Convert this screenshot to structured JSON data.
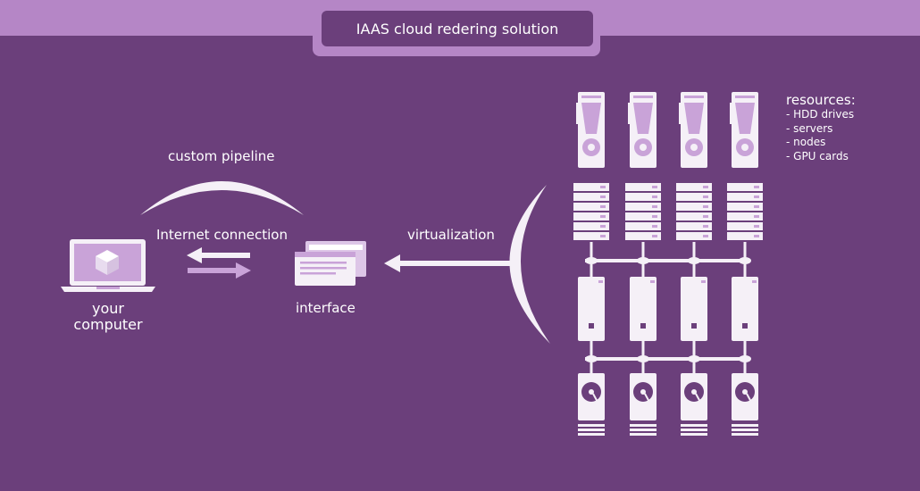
{
  "title": "IAAS cloud redering solution",
  "labels": {
    "custom_pipeline": "custom pipeline",
    "internet_connection": "Internet connection",
    "virtualization": "virtualization",
    "interface": "interface",
    "your_computer_line1": "your",
    "your_computer_line2": "computer"
  },
  "resources": {
    "heading": "resources:",
    "items": [
      "- HDD drives",
      "- servers",
      "- nodes",
      "- GPU cards"
    ]
  },
  "colors": {
    "background": "#6b3f7b",
    "band": "#b586c6",
    "accent_light": "#c9a3d8",
    "foreground": "#f5f0f7"
  },
  "icons": [
    "laptop-icon",
    "cube-icon",
    "interface-windows-icon",
    "gpu-card-icon",
    "server-rack-icon",
    "tower-node-icon",
    "hdd-drive-icon"
  ]
}
